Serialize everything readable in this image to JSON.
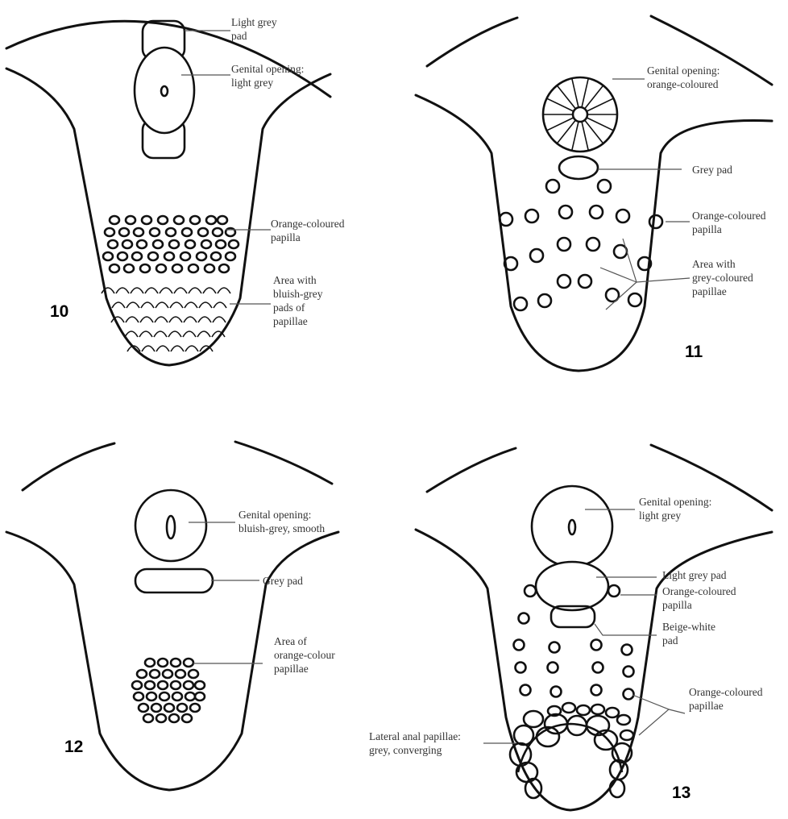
{
  "panels": [
    {
      "number": "10",
      "labels": [
        [
          "Light grey",
          "pad"
        ],
        [
          "Genital opening:",
          "light grey"
        ],
        [
          "Orange-coloured",
          "papilla"
        ],
        [
          "Area with",
          "bluish-grey",
          "pads of",
          "papillae"
        ]
      ]
    },
    {
      "number": "11",
      "labels": [
        [
          "Genital opening:",
          "orange-coloured"
        ],
        [
          "Grey pad"
        ],
        [
          "Orange-coloured",
          "papilla"
        ],
        [
          "Area with",
          "grey-coloured",
          "papillae"
        ]
      ]
    },
    {
      "number": "12",
      "labels": [
        [
          "Genital opening:",
          "bluish-grey, smooth"
        ],
        [
          "Grey pad"
        ],
        [
          "Area of",
          "orange-colour",
          "papillae"
        ]
      ]
    },
    {
      "number": "13",
      "labels": [
        [
          "Genital opening:",
          "light grey"
        ],
        [
          "Light grey pad"
        ],
        [
          "Orange-coloured",
          "papilla"
        ],
        [
          "Beige-white",
          "pad"
        ],
        [
          "Orange-coloured",
          "papillae"
        ],
        [
          "Lateral anal papillae:",
          "grey, converging"
        ]
      ]
    }
  ]
}
